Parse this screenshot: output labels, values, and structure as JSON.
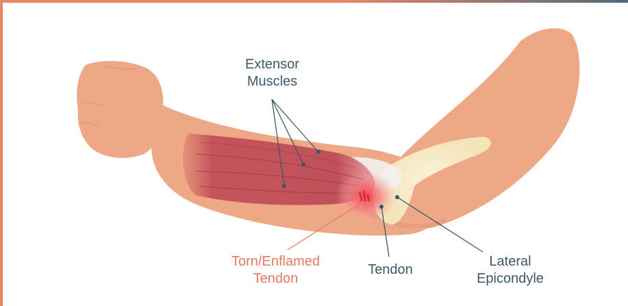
{
  "labels": {
    "extensor": {
      "line1": "Extensor",
      "line2": "Muscles"
    },
    "torn": {
      "line1": "Torn/Enflamed",
      "line2": "Tendon"
    },
    "tendon": {
      "line1": "Tendon"
    },
    "epicondyle": {
      "line1": "Lateral",
      "line2": "Epicondyle"
    }
  },
  "colors": {
    "skin": "#efa886",
    "skin_shadow": "#e4967a",
    "muscle": "#c0505a",
    "muscle_dark": "#9c3a44",
    "bone": "#f6efcf",
    "inflammation": "#f0484f",
    "label_dark": "#3d5866",
    "label_accent": "#e8795c"
  }
}
